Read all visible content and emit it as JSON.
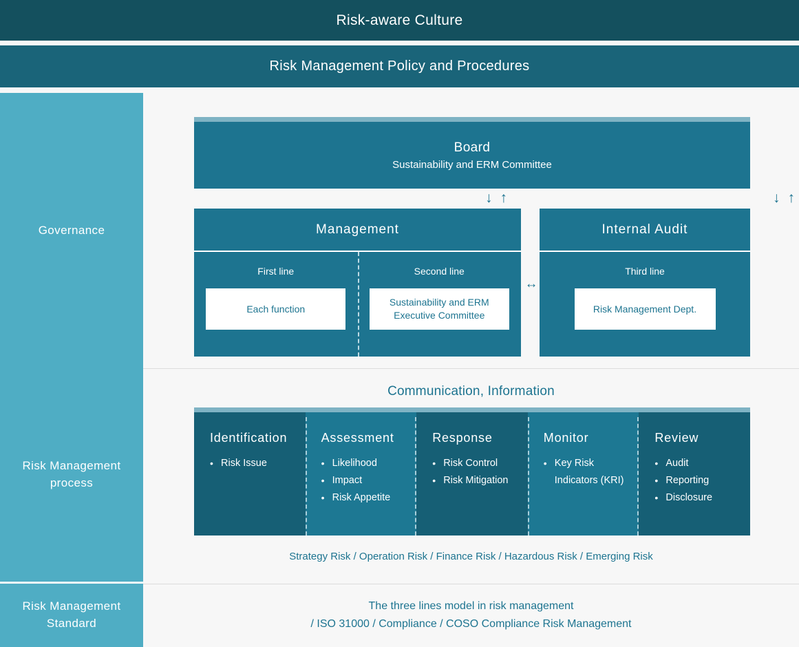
{
  "banners": {
    "culture": "Risk-aware Culture",
    "policy": "Risk Management Policy and Procedures"
  },
  "governance": {
    "sidebar_label": "Governance",
    "board": {
      "title": "Board",
      "subtitle": "Sustainability and ERM Committee"
    },
    "arrows": {
      "down": "↓",
      "up": "↑",
      "bidirectional": "↔"
    },
    "management": {
      "title": "Management",
      "first_line_label": "First line",
      "first_line_card": "Each function",
      "second_line_label": "Second line",
      "second_line_card": "Sustainability and ERM Executive Committee"
    },
    "internal_audit": {
      "title": "Internal Audit",
      "third_line_label": "Third line",
      "third_line_card": "Risk Management Dept."
    }
  },
  "process": {
    "sidebar_label": "Risk Management process",
    "communication_title": "Communication, Information",
    "columns": [
      {
        "head": "Identification",
        "items": [
          "Risk Issue"
        ],
        "shade": "dark"
      },
      {
        "head": "Assessment",
        "items": [
          "Likelihood",
          "Impact",
          "Risk Appetite"
        ],
        "shade": "light"
      },
      {
        "head": "Response",
        "items": [
          "Risk Control",
          "Risk Mitigation"
        ],
        "shade": "dark"
      },
      {
        "head": "Monitor",
        "items": [
          "Key Risk Indicators (KRI)"
        ],
        "shade": "light"
      },
      {
        "head": "Review",
        "items": [
          "Audit",
          "Reporting",
          "Disclosure"
        ],
        "shade": "dark"
      }
    ],
    "risk_categories": "Strategy Risk / Operation Risk / Finance Risk / Hazardous Risk / Emerging Risk"
  },
  "standard": {
    "sidebar_label": "Risk Management Standard",
    "line1": "The three lines model in risk management",
    "line2": "/ ISO 31000 / Compliance / COSO Compliance Risk Management"
  },
  "colors": {
    "culture_band": "#14505e",
    "policy_band": "#1a6479",
    "sidebar": "#4fadc4",
    "primary": "#1d7490",
    "accent_stripe": "#7fb3c4",
    "process_dark": "#165f75",
    "process_light": "#1d7893",
    "page_bg": "#f7f7f7"
  }
}
